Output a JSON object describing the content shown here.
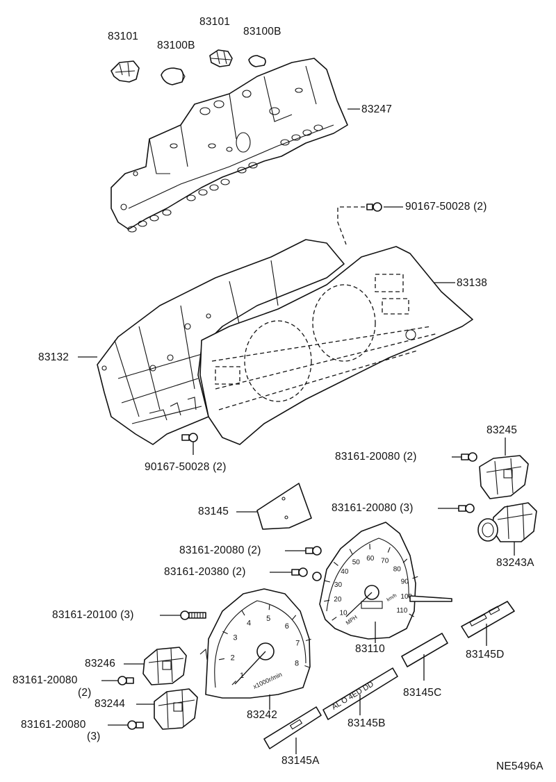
{
  "labels": {
    "p83101_left": "83101",
    "p83100b_left": "83100B",
    "p83101_top": "83101",
    "p83100b_right": "83100B",
    "p83247": "83247",
    "p90167_upper": "90167-50028 (2)",
    "p83138": "83138",
    "p83132": "83132",
    "p90167_lower": "90167-50028 (2)",
    "p83245": "83245",
    "p83161_20080_right2": "83161-20080 (2)",
    "p83145": "83145",
    "p83161_20080_right3": "83161-20080 (3)",
    "p83243a": "83243A",
    "p83161_20080_mid2": "83161-20080 (2)",
    "p83161_20380": "83161-20380 (2)",
    "p83161_20100": "83161-20100 (3)",
    "p83110": "83110",
    "p83145d": "83145D",
    "p83246": "83246",
    "p83161_20080_left_a": "83161-20080",
    "p83161_20080_left_a_qty": "(2)",
    "p83244": "83244",
    "p83161_20080_left_b": "83161-20080",
    "p83161_20080_left_b_qty": "(3)",
    "p83242": "83242",
    "p83145c": "83145C",
    "p83145b": "83145B",
    "p83145a": "83145A",
    "figure_code": "NE5496A"
  },
  "gauge_text": {
    "speedo_numbers": [
      "10",
      "20",
      "30",
      "40",
      "50",
      "60",
      "70",
      "80",
      "90",
      "100",
      "110"
    ],
    "speedo_unit": "MPH",
    "speedo_unit_kmh": "km/h",
    "tacho_numbers": [
      "1",
      "2",
      "3",
      "4",
      "5",
      "6",
      "7",
      "8"
    ],
    "tacho_unit": "x1000r/min"
  }
}
